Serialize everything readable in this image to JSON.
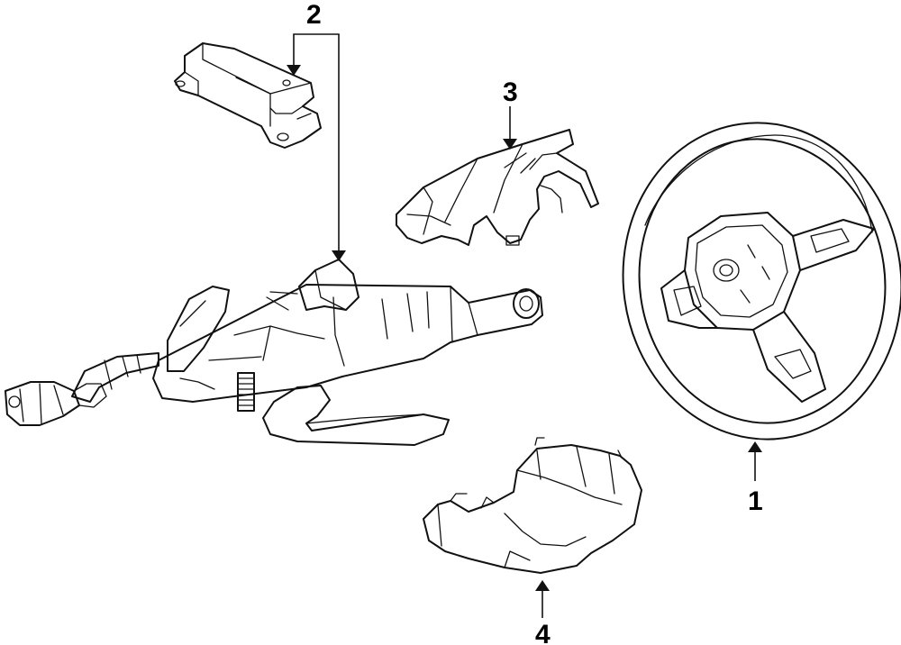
{
  "diagram": {
    "callouts": [
      {
        "id": "steering-wheel",
        "label": "1"
      },
      {
        "id": "control-module",
        "label": "2"
      },
      {
        "id": "upper-column-cover",
        "label": "3"
      },
      {
        "id": "lower-column-cover",
        "label": "4"
      }
    ],
    "colors": {
      "line": "#111111",
      "background": "#ffffff"
    }
  }
}
